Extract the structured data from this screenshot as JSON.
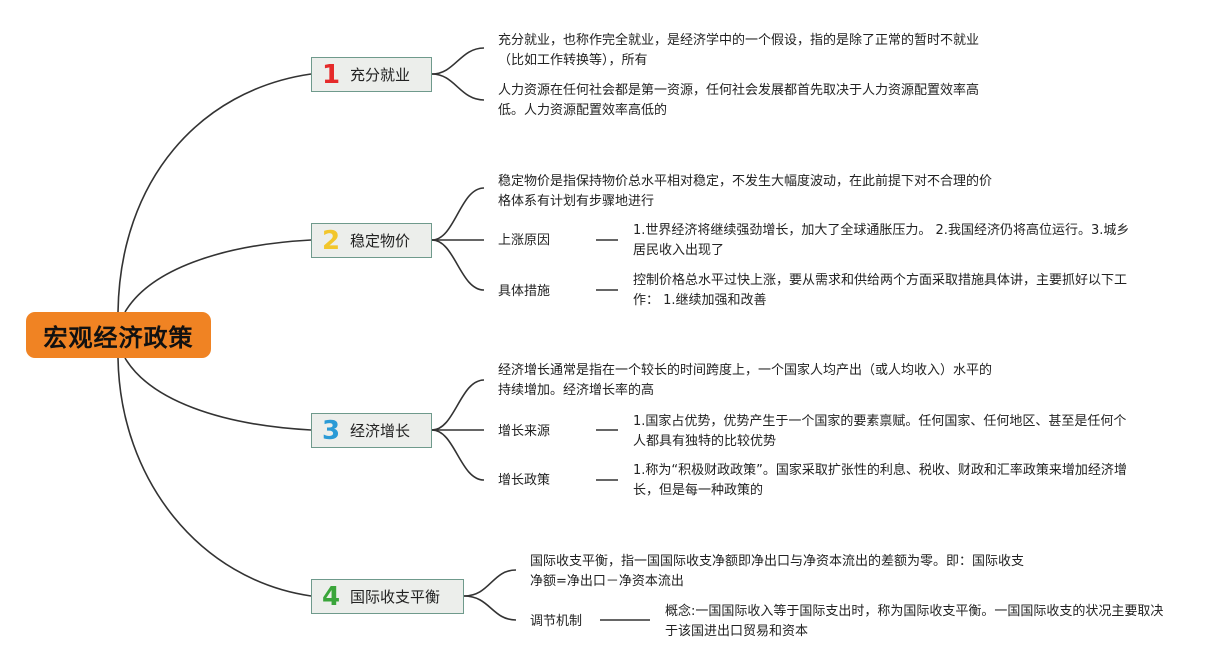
{
  "root": {
    "title": "宏观经济政策"
  },
  "colors": {
    "root_bg": "#f08323",
    "line": "#333333",
    "topic_border": "#6f9a8c"
  },
  "topics": [
    {
      "num": "1",
      "num_color": "#e52a2a",
      "label": "充分就业",
      "notes": [
        "充分就业，也称作完全就业，是经济学中的一个假设，指的是除了正常的暂时不就业（比如工作转换等），所有",
        "人力资源在任何社会都是第一资源，任何社会发展都首先取决于人力资源配置效率高低。人力资源配置效率高低的"
      ]
    },
    {
      "num": "2",
      "num_color": "#f2c62c",
      "label": "稳定物价",
      "notes": [
        "稳定物价是指保持物价总水平相对稳定，不发生大幅度波动，在此前提下对不合理的价格体系有计划有步骤地进行"
      ],
      "subs": [
        {
          "label": "上涨原因",
          "detail": "1.世界经济将继续强劲增长，加大了全球通胀压力。 2.我国经济仍将高位运行。3.城乡居民收入出现了"
        },
        {
          "label": "具体措施",
          "detail": "控制价格总水平过快上涨，要从需求和供给两个方面采取措施具体讲，主要抓好以下工作： 1.继续加强和改善"
        }
      ]
    },
    {
      "num": "3",
      "num_color": "#2a9ad6",
      "label": "经济增长",
      "notes": [
        "经济增长通常是指在一个较长的时间跨度上，一个国家人均产出（或人均收入）水平的持续增加。经济增长率的高"
      ],
      "subs": [
        {
          "label": "增长来源",
          "detail": "1.国家占优势，优势产生于一个国家的要素禀赋。任何国家、任何地区、甚至是任何个人都具有独特的比较优势"
        },
        {
          "label": "增长政策",
          "detail": "1.称为“积极财政政策”。国家采取扩张性的利息、税收、财政和汇率政策来增加经济增长，但是每一种政策的"
        }
      ]
    },
    {
      "num": "4",
      "num_color": "#3aa53a",
      "label": "国际收支平衡",
      "notes": [
        "国际收支平衡，指一国国际收支净额即净出口与净资本流出的差额为零。即：国际收支净额=净出口－净资本流出"
      ],
      "subs": [
        {
          "label": "调节机制",
          "detail": "概念:一国国际收入等于国际支出时，称为国际收支平衡。一国国际收支的状况主要取决于该国进出口贸易和资本"
        }
      ]
    }
  ]
}
